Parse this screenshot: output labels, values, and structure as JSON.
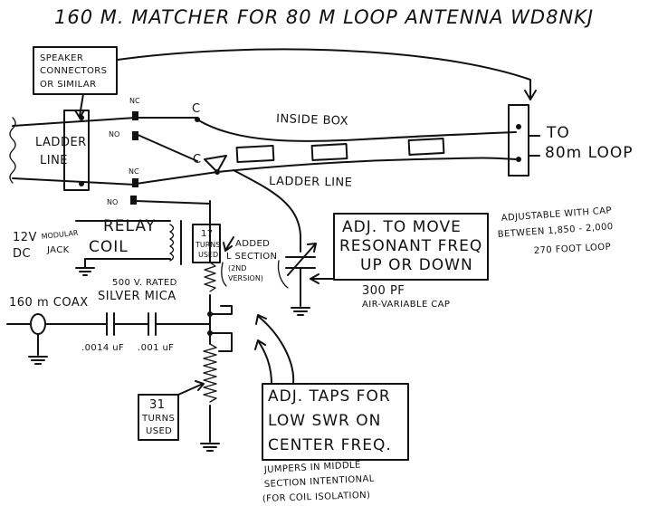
{
  "title": "160 M. MATCHER  FOR  80 M  LOOP ANTENNA   WD8NKJ",
  "labels": {
    "speaker_1": "SPEAKER",
    "speaker_2": "CONNECTORS",
    "speaker_3": "OR SIMILAR",
    "ladder_line_1": "LADDER",
    "ladder_line_2": "LINE",
    "nc_top": "NC",
    "no_top": "NO",
    "nc_mid": "NC",
    "no_bottom": "NO",
    "c_top": "C",
    "c_mid": "C",
    "inside_box": "INSIDE  BOX",
    "ladder_line_bottom": "LADDER  LINE",
    "to_loop_1": "TO",
    "to_loop_2": "80m LOOP",
    "relay_1": "RELAY",
    "relay_2": "COIL",
    "v12_1": "12V",
    "v12_2": "DC",
    "modular_1": "MODULAR",
    "modular_2": "JACK",
    "turns17_1": "17",
    "turns17_2": "TURNS",
    "turns17_3": "USED",
    "added_1": "ADDED",
    "added_2": "L SECTION",
    "added_3": "(2ND",
    "added_4": "VERSION)",
    "adj_cap_1": "ADJ. TO MOVE",
    "adj_cap_2": "RESONANT FREQ",
    "adj_cap_3": "UP OR DOWN",
    "adjustable_1": "ADJUSTABLE WITH CAP",
    "adjustable_2": "BETWEEN 1,850 - 2,000",
    "adjustable_3": "270 FOOT LOOP",
    "cap_value_1": "300 PF",
    "cap_value_2": "AIR-VARIABLE CAP",
    "mica_1": "500 V. RATED",
    "mica_2": "SILVER MICA",
    "coax": "160 m COAX",
    "cap1_value": ".0014 uF",
    "cap2_value": ".001 uF",
    "turns31_1": "31",
    "turns31_2": "TURNS",
    "turns31_3": "USED",
    "adj_taps_1": "ADJ. TAPS FOR",
    "adj_taps_2": "LOW SWR ON",
    "adj_taps_3": "CENTER FREQ.",
    "jumpers_1": "JUMPERS IN MIDDLE",
    "jumpers_2": "SECTION INTENTIONAL",
    "jumpers_3": "(FOR COIL ISOLATION)"
  }
}
